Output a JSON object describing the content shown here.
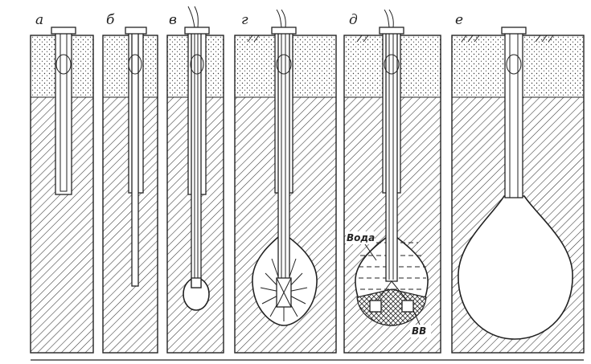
{
  "labels": {
    "a": "а",
    "b": "б",
    "v": "в",
    "g": "г",
    "d": "д",
    "e": "е"
  },
  "annotations": {
    "water": "Вода",
    "explosive": "ВВ"
  },
  "colors": {
    "ink": "#222222",
    "background": "#ffffff",
    "charge_fill": "#cccccc"
  }
}
